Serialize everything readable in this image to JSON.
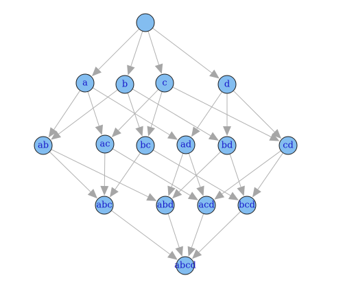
{
  "graph": {
    "nodes": [
      {
        "id": "root",
        "label": ""
      },
      {
        "id": "a",
        "label": "a"
      },
      {
        "id": "b",
        "label": "b"
      },
      {
        "id": "c",
        "label": "c"
      },
      {
        "id": "d",
        "label": "d"
      },
      {
        "id": "ab",
        "label": "ab"
      },
      {
        "id": "ac",
        "label": "ac"
      },
      {
        "id": "bc",
        "label": "bc"
      },
      {
        "id": "ad",
        "label": "ad"
      },
      {
        "id": "bd",
        "label": "bd"
      },
      {
        "id": "cd",
        "label": "cd"
      },
      {
        "id": "abc",
        "label": "abc"
      },
      {
        "id": "abd",
        "label": "abd"
      },
      {
        "id": "acd",
        "label": "acd"
      },
      {
        "id": "bcd",
        "label": "bcd"
      },
      {
        "id": "abcd",
        "label": "abcd"
      }
    ],
    "edges": [
      [
        "root",
        "a"
      ],
      [
        "root",
        "b"
      ],
      [
        "root",
        "c"
      ],
      [
        "root",
        "d"
      ],
      [
        "a",
        "ab"
      ],
      [
        "a",
        "ac"
      ],
      [
        "a",
        "ad"
      ],
      [
        "b",
        "ab"
      ],
      [
        "b",
        "bc"
      ],
      [
        "b",
        "bd"
      ],
      [
        "c",
        "ac"
      ],
      [
        "c",
        "bc"
      ],
      [
        "c",
        "cd"
      ],
      [
        "d",
        "ad"
      ],
      [
        "d",
        "bd"
      ],
      [
        "d",
        "cd"
      ],
      [
        "ab",
        "abc"
      ],
      [
        "ab",
        "abd"
      ],
      [
        "ac",
        "abc"
      ],
      [
        "ac",
        "acd"
      ],
      [
        "bc",
        "abc"
      ],
      [
        "bc",
        "bcd"
      ],
      [
        "ad",
        "abd"
      ],
      [
        "ad",
        "acd"
      ],
      [
        "bd",
        "abd"
      ],
      [
        "bd",
        "bcd"
      ],
      [
        "cd",
        "acd"
      ],
      [
        "cd",
        "bcd"
      ],
      [
        "abc",
        "abcd"
      ],
      [
        "abd",
        "abcd"
      ],
      [
        "acd",
        "abcd"
      ],
      [
        "bcd",
        "abcd"
      ]
    ]
  }
}
